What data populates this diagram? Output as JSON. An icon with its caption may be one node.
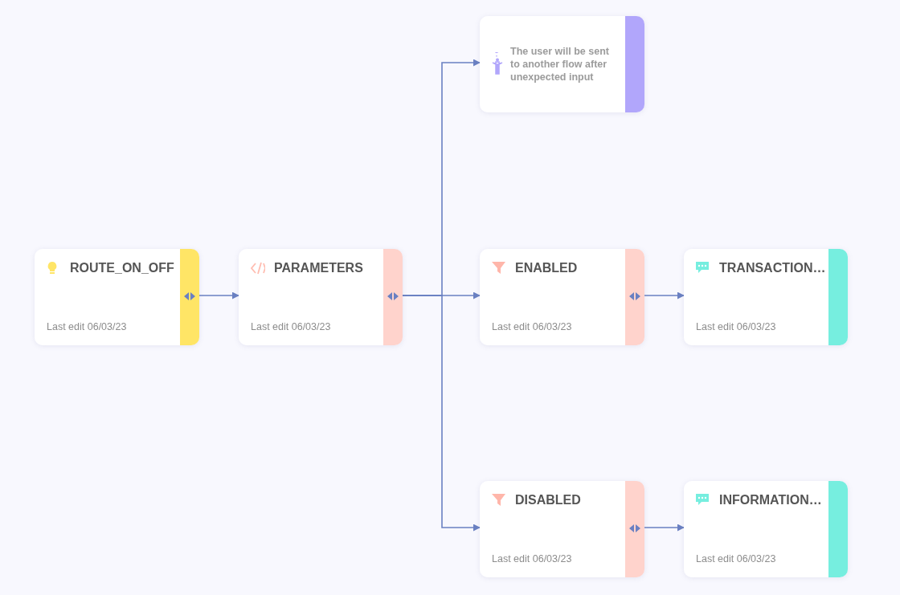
{
  "diagram": {
    "nodes": [
      {
        "text": [
          "ROUTE_ON_OFF",
          "Last edit 06/03/23"
        ]
      },
      {
        "text": [
          "PARAMETERS",
          "Last edit 06/03/23"
        ]
      },
      {
        "text": [
          "The user will be sent to another flow after unexpected input"
        ]
      },
      {
        "text": [
          "ENABLED",
          "Last edit 06/03/23"
        ]
      },
      {
        "text": [
          "TRANSACTION…",
          "Last edit 06/03/23"
        ]
      },
      {
        "text": [
          "DISABLED",
          "Last edit 06/03/23"
        ]
      },
      {
        "text": [
          "INFORMATION…",
          "Last edit 06/03/23"
        ]
      }
    ],
    "edges": [
      {
        "from": 0,
        "to": 1,
        "arrow": "to"
      },
      {
        "from": 1,
        "to": 2,
        "arrow": "to"
      },
      {
        "from": 1,
        "to": 3,
        "arrow": "to"
      },
      {
        "from": 1,
        "to": 5,
        "arrow": "to"
      },
      {
        "from": 3,
        "to": 4,
        "arrow": "to"
      },
      {
        "from": 5,
        "to": 6,
        "arrow": "to"
      }
    ]
  }
}
